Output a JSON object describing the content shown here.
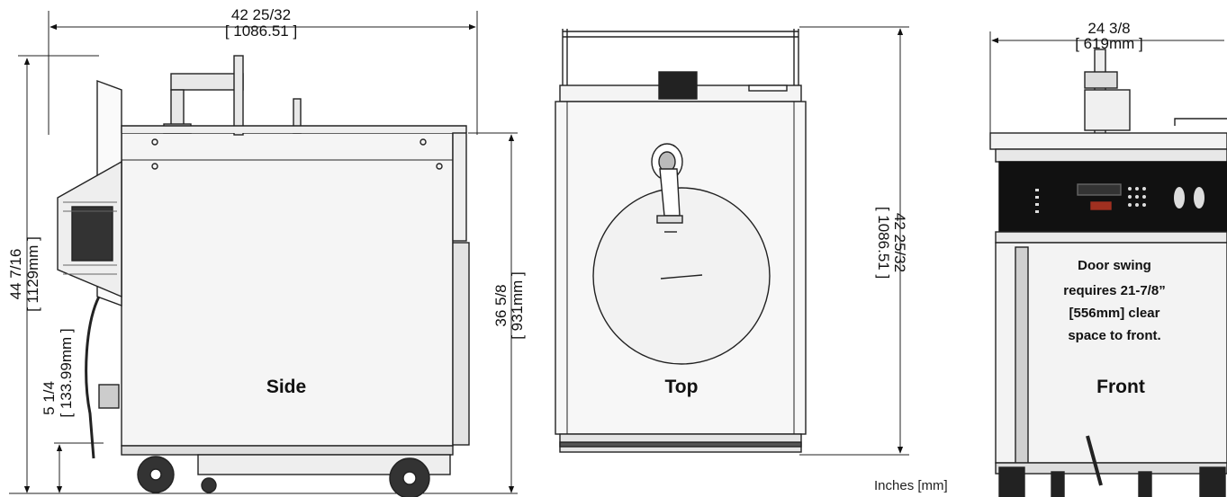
{
  "side": {
    "label": "Side",
    "width_dim": {
      "inches": "42 25/32",
      "mm": "[ 1086.51 ]"
    },
    "height_dim": {
      "inches": "44 7/16",
      "mm": "[ 1129mm ]"
    },
    "counter_dim": {
      "inches": "36 5/8",
      "mm": "[ 931mm ]"
    },
    "drain_dim": {
      "inches": "5 1/4",
      "mm": "[ 133.99mm ]"
    }
  },
  "top": {
    "label": "Top",
    "depth_dim": {
      "inches": "42 25/32",
      "mm": "[ 1086.51 ]"
    }
  },
  "front": {
    "label": "Front",
    "width_dim": {
      "inches": "24 3/8",
      "mm": "[ 619mm ]"
    },
    "door_note": [
      "Door swing",
      "requires 21-7/8”",
      "[556mm] clear",
      "space to front."
    ]
  },
  "units_note": "Inches [mm]"
}
